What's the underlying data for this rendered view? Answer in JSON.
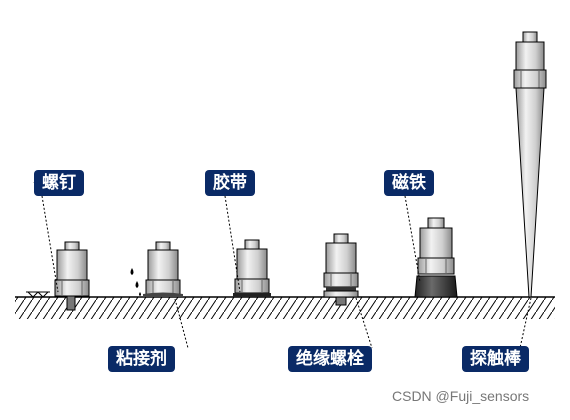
{
  "labels": {
    "screw": "螺钉",
    "adhesive": "粘接剂",
    "tape": "胶带",
    "insulated_stud": "绝缘螺栓",
    "magnet": "磁铁",
    "probe": "探触棒"
  },
  "watermark": "CSDN @Fuji_sensors",
  "colors": {
    "label_bg": "#0a2a66",
    "label_text": "#ffffff",
    "sensor_body": "#c8c8c8",
    "magnet_base": "#333333",
    "line": "#000000"
  }
}
